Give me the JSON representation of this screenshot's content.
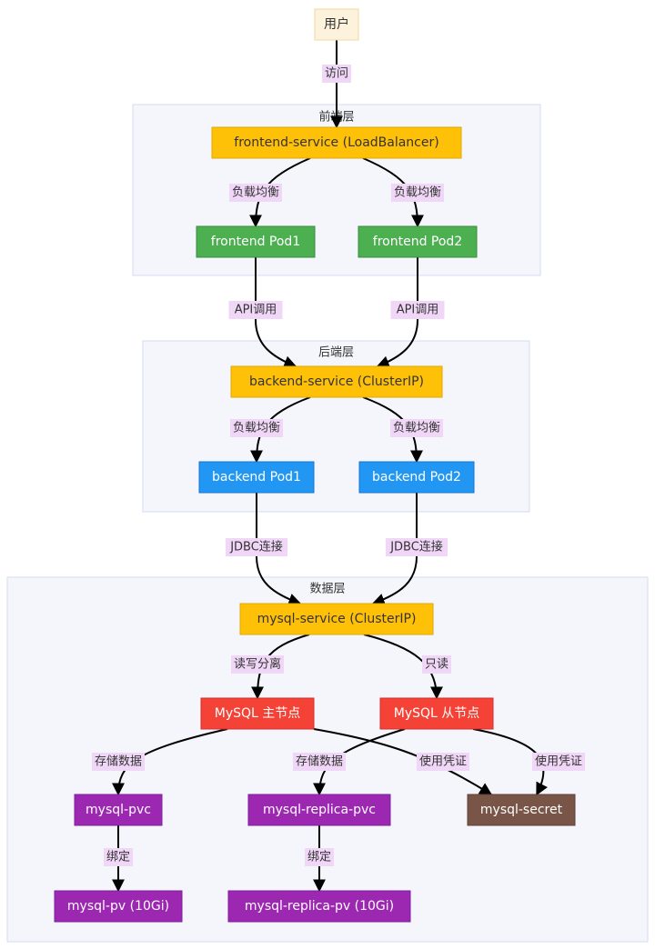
{
  "colors": {
    "cluster_fill": "#f5f6fb",
    "cluster_stroke": "#d5daf0",
    "edge": "#000000",
    "edge_label_bg": "#f1d7f7",
    "user_fill": "#fdf3dc",
    "user_stroke": "#f0d9a0",
    "service_fill": "#ffc107",
    "service_stroke": "#e0a800",
    "frontend_fill": "#4caf50",
    "frontend_stroke": "#3d8b40",
    "backend_fill": "#2196f3",
    "backend_stroke": "#1976d2",
    "mysql_fill": "#f44336",
    "mysql_stroke": "#d32f2f",
    "storage_fill": "#9c27b0",
    "storage_stroke": "#7b1fa2",
    "secret_fill": "#795548",
    "secret_stroke": "#5d4037"
  },
  "clusters": [
    {
      "id": "frontend-layer",
      "label": "前端层"
    },
    {
      "id": "backend-layer",
      "label": "后端层"
    },
    {
      "id": "data-layer",
      "label": "数据层"
    }
  ],
  "nodes": [
    {
      "id": "user",
      "label": "用户",
      "style": "user"
    },
    {
      "id": "frontend-service",
      "label": "frontend-service (LoadBalancer)",
      "style": "service"
    },
    {
      "id": "frontend-pod1",
      "label": "frontend Pod1",
      "style": "frontend"
    },
    {
      "id": "frontend-pod2",
      "label": "frontend Pod2",
      "style": "frontend"
    },
    {
      "id": "backend-service",
      "label": "backend-service (ClusterIP)",
      "style": "service"
    },
    {
      "id": "backend-pod1",
      "label": "backend Pod1",
      "style": "backend"
    },
    {
      "id": "backend-pod2",
      "label": "backend Pod2",
      "style": "backend"
    },
    {
      "id": "mysql-service",
      "label": "mysql-service (ClusterIP)",
      "style": "service"
    },
    {
      "id": "mysql-master",
      "label": "MySQL 主节点",
      "style": "mysql"
    },
    {
      "id": "mysql-slave",
      "label": "MySQL 从节点",
      "style": "mysql"
    },
    {
      "id": "mysql-pvc",
      "label": "mysql-pvc",
      "style": "storage"
    },
    {
      "id": "mysql-replica-pvc",
      "label": "mysql-replica-pvc",
      "style": "storage"
    },
    {
      "id": "mysql-secret",
      "label": "mysql-secret",
      "style": "secret"
    },
    {
      "id": "mysql-pv",
      "label": "mysql-pv (10Gi)",
      "style": "storage"
    },
    {
      "id": "mysql-replica-pv",
      "label": "mysql-replica-pv (10Gi)",
      "style": "storage"
    }
  ],
  "edges": [
    {
      "from": "user",
      "to": "frontend-service",
      "label": "访问"
    },
    {
      "from": "frontend-service",
      "to": "frontend-pod1",
      "label": "负载均衡"
    },
    {
      "from": "frontend-service",
      "to": "frontend-pod2",
      "label": "负载均衡"
    },
    {
      "from": "frontend-pod1",
      "to": "backend-service",
      "label": "API调用"
    },
    {
      "from": "frontend-pod2",
      "to": "backend-service",
      "label": "API调用"
    },
    {
      "from": "backend-service",
      "to": "backend-pod1",
      "label": "负载均衡"
    },
    {
      "from": "backend-service",
      "to": "backend-pod2",
      "label": "负载均衡"
    },
    {
      "from": "backend-pod1",
      "to": "mysql-service",
      "label": "JDBC连接"
    },
    {
      "from": "backend-pod2",
      "to": "mysql-service",
      "label": "JDBC连接"
    },
    {
      "from": "mysql-service",
      "to": "mysql-master",
      "label": "读写分离"
    },
    {
      "from": "mysql-service",
      "to": "mysql-slave",
      "label": "只读"
    },
    {
      "from": "mysql-master",
      "to": "mysql-pvc",
      "label": "存储数据"
    },
    {
      "from": "mysql-slave",
      "to": "mysql-replica-pvc",
      "label": "存储数据"
    },
    {
      "from": "mysql-master",
      "to": "mysql-secret",
      "label": "使用凭证"
    },
    {
      "from": "mysql-slave",
      "to": "mysql-secret",
      "label": "使用凭证"
    },
    {
      "from": "mysql-pvc",
      "to": "mysql-pv",
      "label": "绑定"
    },
    {
      "from": "mysql-replica-pvc",
      "to": "mysql-replica-pv",
      "label": "绑定"
    }
  ]
}
